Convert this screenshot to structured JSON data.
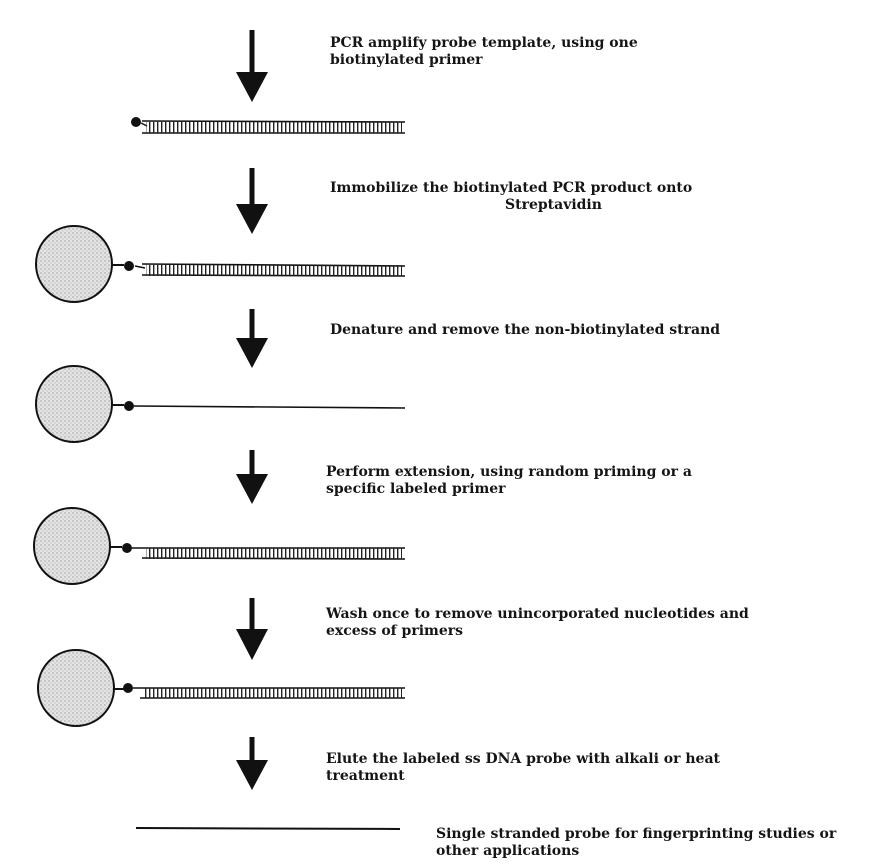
{
  "steps": [
    {
      "id": "step1",
      "lines": [
        "PCR amplify probe template, using one",
        "biotinylated primer"
      ]
    },
    {
      "id": "step2",
      "lines": [
        "Immobilize the biotinylated PCR product onto",
        "Streptavidin"
      ]
    },
    {
      "id": "step3",
      "lines": [
        "Denature and remove the non-biotinylated strand"
      ]
    },
    {
      "id": "step4",
      "lines": [
        "Perform extension, using random priming or a",
        "specific labeled primer"
      ]
    },
    {
      "id": "step5",
      "lines": [
        "Wash once to remove unincorporated nucleotides and",
        "excess of primers"
      ]
    },
    {
      "id": "step6",
      "lines": [
        "Elute the labeled ss DNA probe with alkali or heat",
        "treatment"
      ]
    }
  ],
  "final_caption": {
    "lines": [
      "Single stranded probe for fingerprinting studies or",
      "other applications"
    ]
  },
  "colors": {
    "ink": "#111111",
    "bead_fill": "#d9d9d9",
    "background": "#ffffff"
  }
}
